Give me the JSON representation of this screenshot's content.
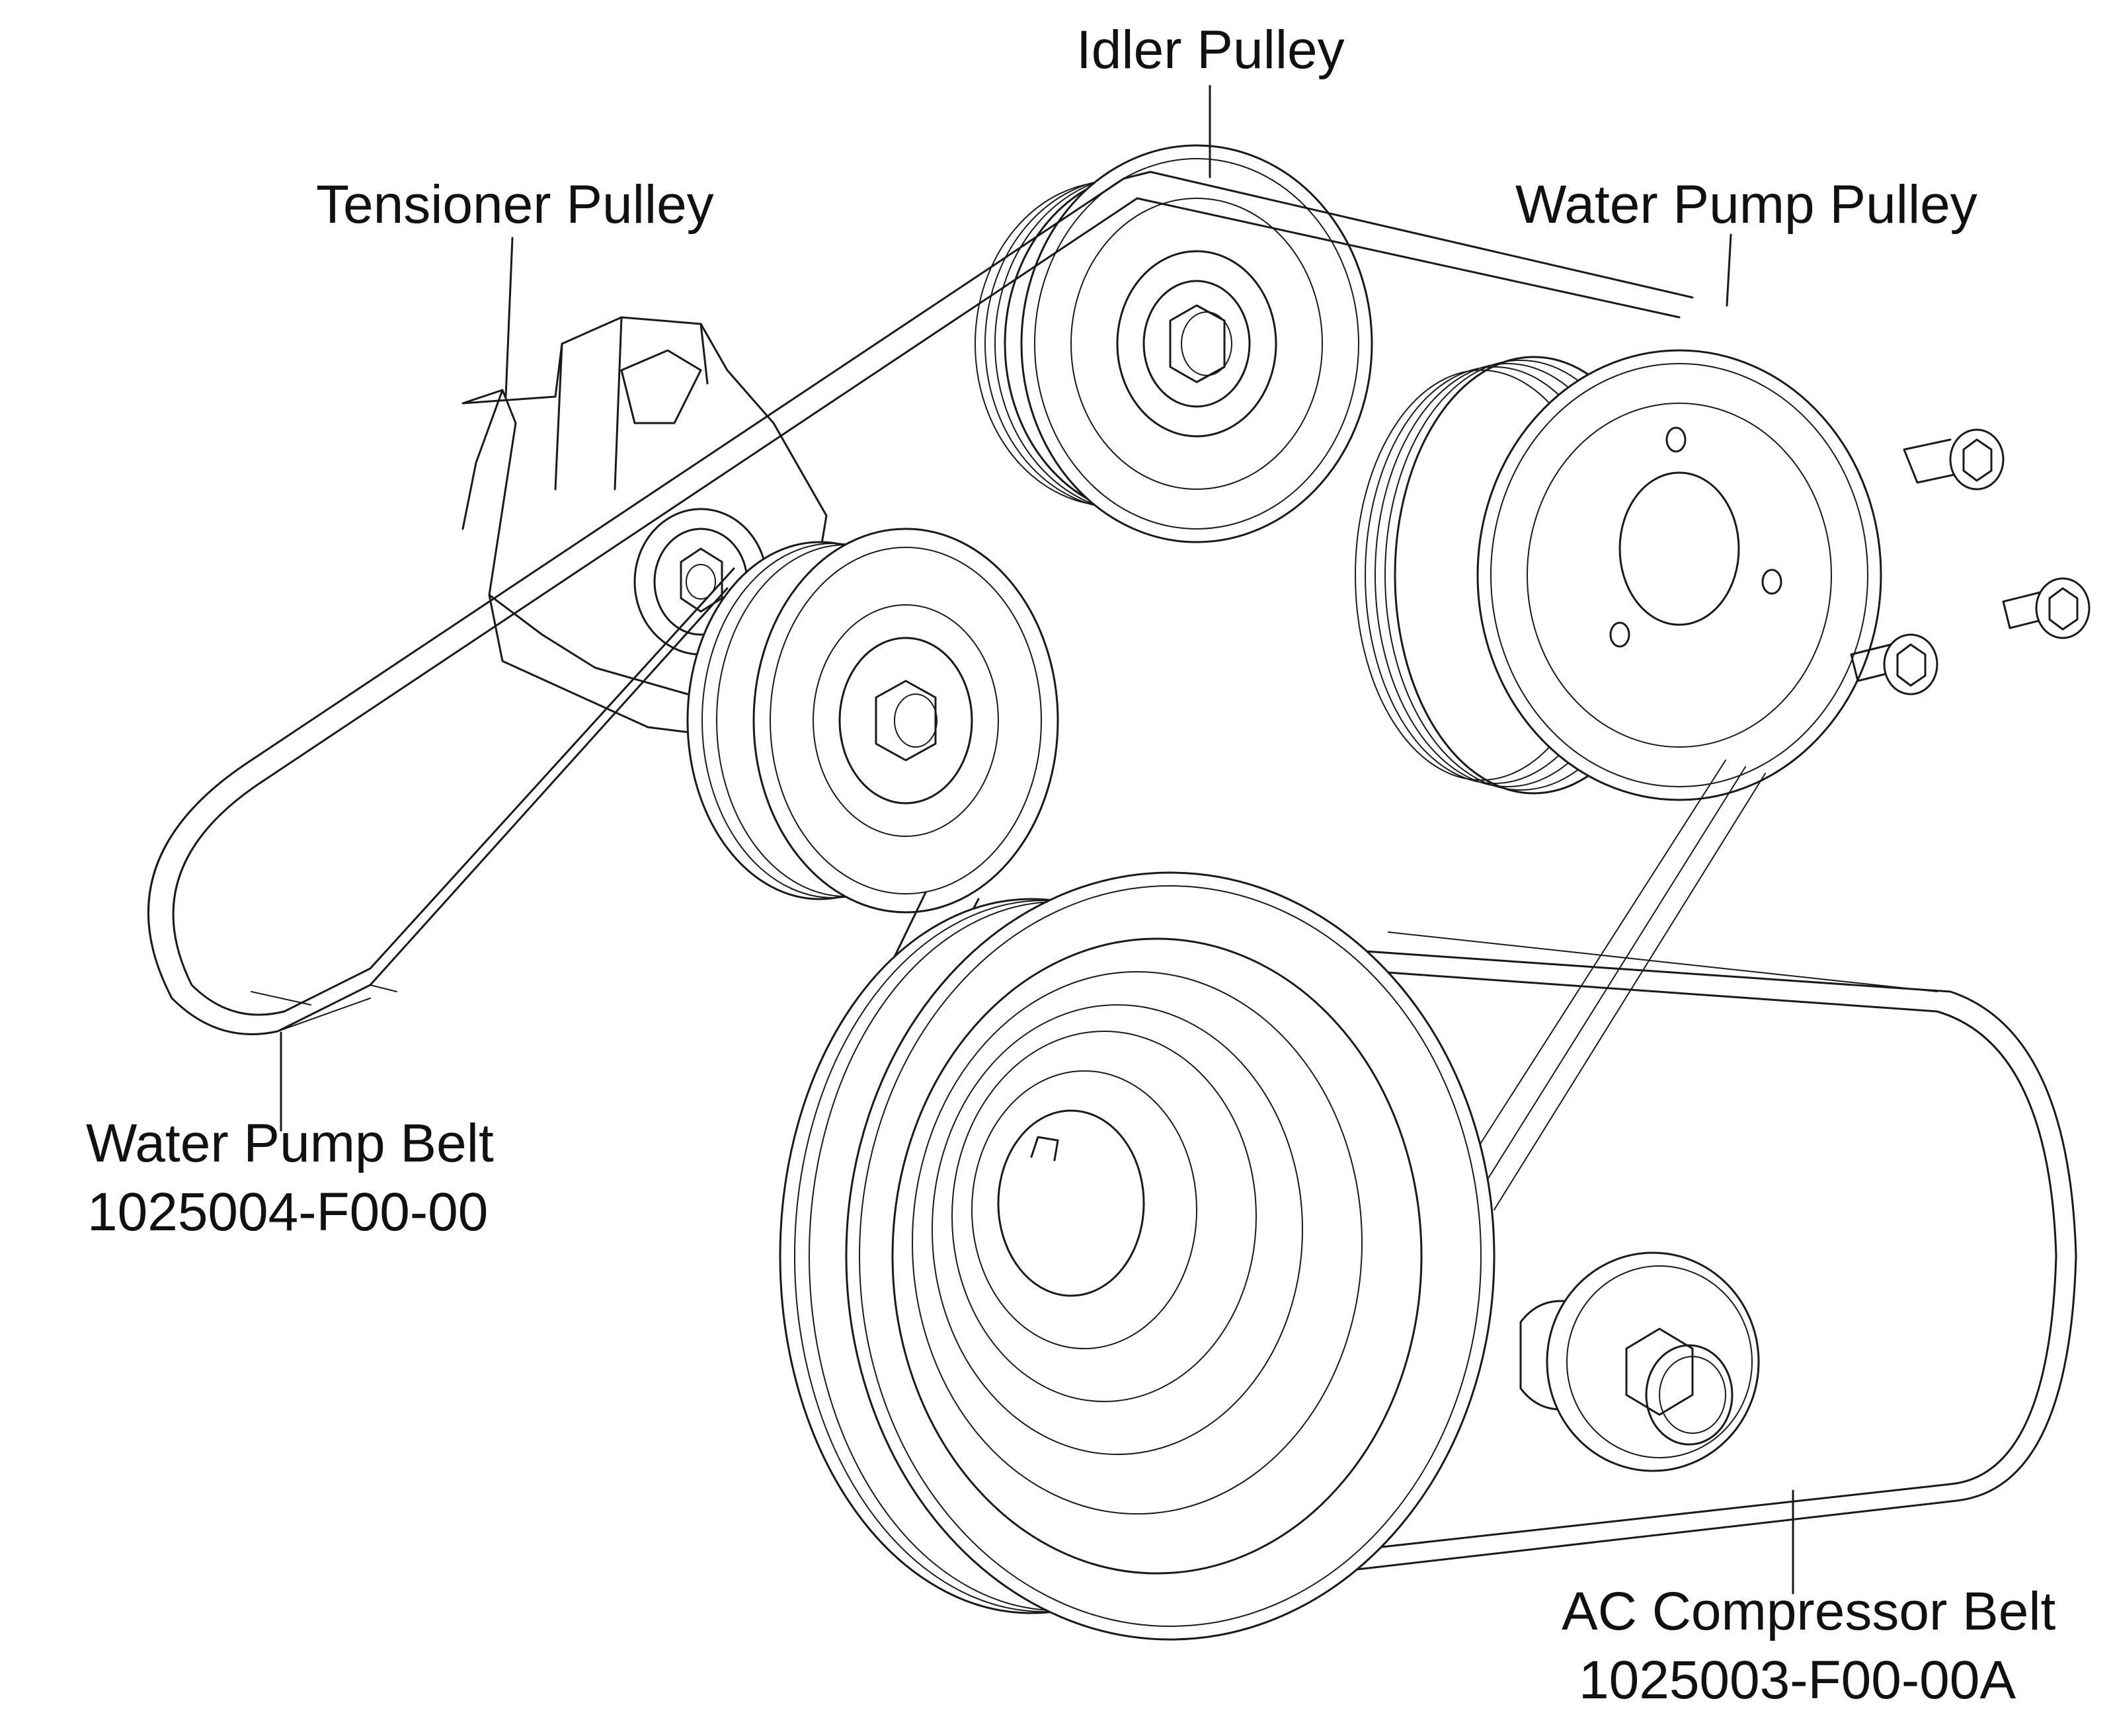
{
  "labels": {
    "idler_pulley": "Idler Pulley",
    "tensioner_pulley": "Tensioner Pulley",
    "water_pump_pulley": "Water Pump Pulley",
    "water_pump_belt": "Water Pump Belt",
    "water_pump_belt_part": "1025004-F00-00",
    "ac_compressor_belt": "AC Compressor Belt",
    "ac_compressor_belt_part": "1025003-F00-00A"
  },
  "colors": {
    "line": "#1a1a1a",
    "background": "#ffffff"
  }
}
